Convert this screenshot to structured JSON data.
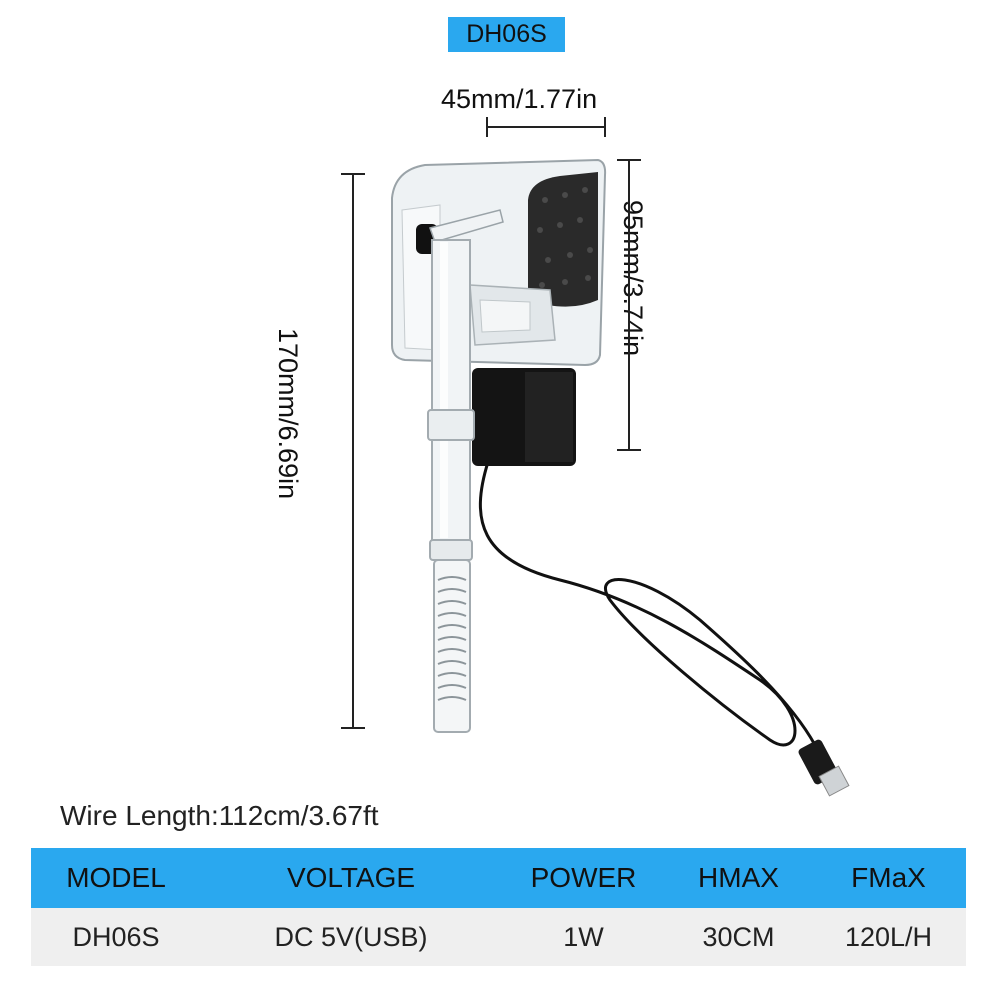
{
  "title": "DH06S",
  "dimensions": {
    "width_label": "45mm/1.77in",
    "head_height_label": "95mm/3.74in",
    "total_height_label": "170mm/6.69in"
  },
  "wire_length": "Wire Length:112cm/3.67ft",
  "specs": {
    "headers": [
      "MODEL",
      "VOLTAGE",
      "POWER",
      "HMAX",
      "FMaX"
    ],
    "rows": [
      [
        "DH06S",
        "DC 5V(USB)",
        "1W",
        "30CM",
        "120L/H"
      ]
    ]
  },
  "colors": {
    "accent": "#2aa8ef",
    "row_bg": "#efefef"
  }
}
